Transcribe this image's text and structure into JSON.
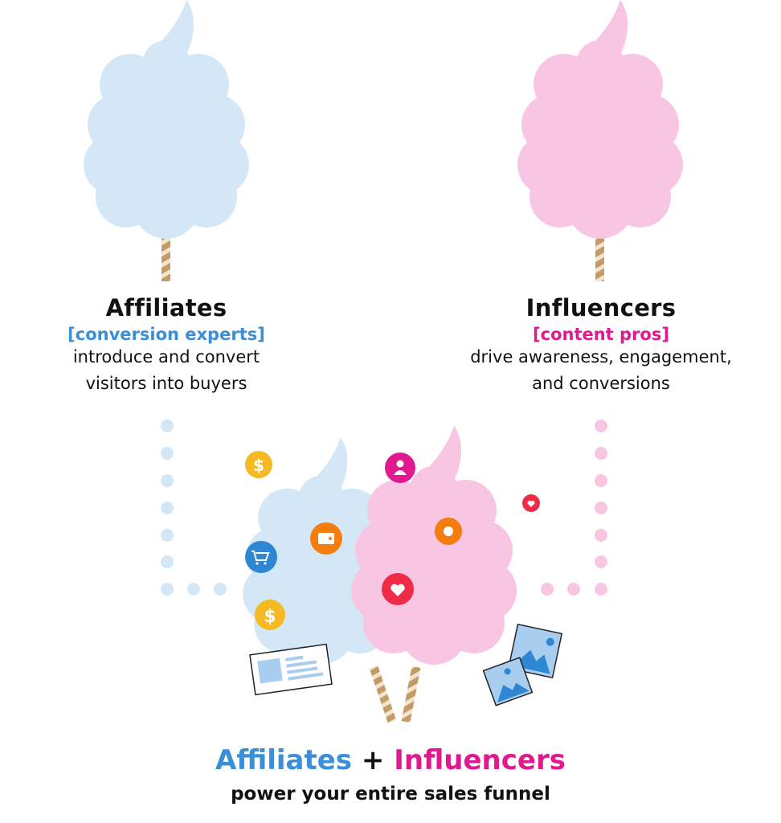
{
  "affiliates": {
    "title": "Affiliates",
    "tag": "[conversion experts]",
    "desc_line1": "introduce and convert",
    "desc_line2": "visitors into buyers"
  },
  "influencers": {
    "title": "Influencers",
    "tag": "[content pros]",
    "desc_line1": "drive awareness, engagement,",
    "desc_line2": "and conversions"
  },
  "bottom": {
    "left": "Affiliates",
    "plus": "+",
    "right": "Influencers",
    "subtitle": "power your entire sales funnel"
  },
  "colors": {
    "affiliate_blue": "#3a8fd8",
    "influencer_pink": "#e0198f",
    "candy_blue": "#d4e7f6",
    "candy_pink": "#f8c5e3"
  },
  "icons": [
    "dollar-coin-icon",
    "shopping-cart-icon",
    "wallet-icon",
    "user-icon",
    "heart-icon",
    "record-icon",
    "image-icon",
    "card-icon"
  ]
}
